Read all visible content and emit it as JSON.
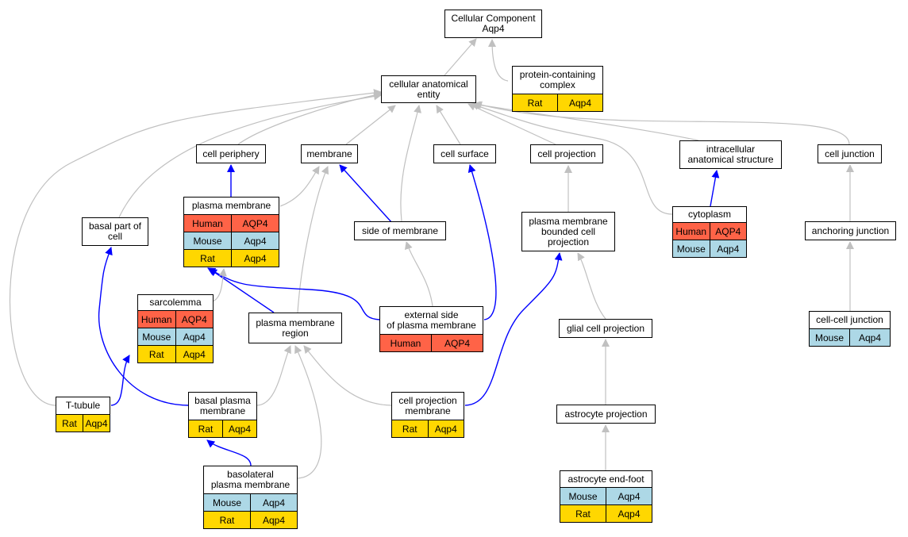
{
  "colors": {
    "human": "#ff6347",
    "mouse": "#add8e6",
    "rat": "#ffd700",
    "edge_is_a": "#c0c0c0",
    "edge_part_of": "#0000ff"
  },
  "nodes": {
    "cc": {
      "title": "Cellular Component\nAqp4",
      "rows": []
    },
    "pcc": {
      "title": "protein-containing\ncomplex",
      "rows": [
        {
          "species": "Rat",
          "gene": "Aqp4"
        }
      ]
    },
    "cae": {
      "title": "cellular anatomical\nentity",
      "rows": []
    },
    "cp": {
      "title": "cell periphery",
      "rows": []
    },
    "mem": {
      "title": "membrane",
      "rows": []
    },
    "cs": {
      "title": "cell surface",
      "rows": []
    },
    "cproj": {
      "title": "cell projection",
      "rows": []
    },
    "ias": {
      "title": "intracellular\nanatomical structure",
      "rows": []
    },
    "cj": {
      "title": "cell junction",
      "rows": []
    },
    "pm": {
      "title": "plasma membrane",
      "rows": [
        {
          "species": "Human",
          "gene": "AQP4"
        },
        {
          "species": "Mouse",
          "gene": "Aqp4"
        },
        {
          "species": "Rat",
          "gene": "Aqp4"
        }
      ]
    },
    "bpc": {
      "title": "basal part of\ncell",
      "rows": []
    },
    "som": {
      "title": "side of membrane",
      "rows": []
    },
    "pmbcp": {
      "title": "plasma membrane\nbounded cell\nprojection",
      "rows": []
    },
    "cyt": {
      "title": "cytoplasm",
      "rows": [
        {
          "species": "Human",
          "gene": "AQP4"
        },
        {
          "species": "Mouse",
          "gene": "Aqp4"
        }
      ]
    },
    "aj": {
      "title": "anchoring junction",
      "rows": []
    },
    "sarc": {
      "title": "sarcolemma",
      "rows": [
        {
          "species": "Human",
          "gene": "AQP4"
        },
        {
          "species": "Mouse",
          "gene": "Aqp4"
        },
        {
          "species": "Rat",
          "gene": "Aqp4"
        }
      ]
    },
    "pmr": {
      "title": "plasma membrane\nregion",
      "rows": []
    },
    "espm": {
      "title": "external side\nof plasma membrane",
      "rows": [
        {
          "species": "Human",
          "gene": "AQP4"
        }
      ]
    },
    "gcp": {
      "title": "glial cell projection",
      "rows": []
    },
    "ccj": {
      "title": "cell-cell junction",
      "rows": [
        {
          "species": "Mouse",
          "gene": "Aqp4"
        }
      ]
    },
    "tt": {
      "title": "T-tubule",
      "rows": [
        {
          "species": "Rat",
          "gene": "Aqp4"
        }
      ]
    },
    "bpm": {
      "title": "basal plasma\nmembrane",
      "rows": [
        {
          "species": "Rat",
          "gene": "Aqp4"
        }
      ]
    },
    "cpm": {
      "title": "cell projection\nmembrane",
      "rows": [
        {
          "species": "Rat",
          "gene": "Aqp4"
        }
      ]
    },
    "ap": {
      "title": "astrocyte projection",
      "rows": []
    },
    "blpm": {
      "title": "basolateral\nplasma membrane",
      "rows": [
        {
          "species": "Mouse",
          "gene": "Aqp4"
        },
        {
          "species": "Rat",
          "gene": "Aqp4"
        }
      ]
    },
    "aef": {
      "title": "astrocyte end-foot",
      "rows": [
        {
          "species": "Mouse",
          "gene": "Aqp4"
        },
        {
          "species": "Rat",
          "gene": "Aqp4"
        }
      ]
    }
  },
  "edges": [
    {
      "from": "cae",
      "to": "cc",
      "type": "is_a"
    },
    {
      "from": "pcc",
      "to": "cc",
      "type": "is_a"
    },
    {
      "from": "cp",
      "to": "cae",
      "type": "is_a"
    },
    {
      "from": "mem",
      "to": "cae",
      "type": "is_a"
    },
    {
      "from": "cs",
      "to": "cae",
      "type": "is_a"
    },
    {
      "from": "cproj",
      "to": "cae",
      "type": "is_a"
    },
    {
      "from": "ias",
      "to": "cae",
      "type": "is_a"
    },
    {
      "from": "cj",
      "to": "cae",
      "type": "is_a"
    },
    {
      "from": "bpc",
      "to": "cae",
      "type": "is_a"
    },
    {
      "from": "tt",
      "to": "cae",
      "type": "is_a"
    },
    {
      "from": "som",
      "to": "cae",
      "type": "is_a"
    },
    {
      "from": "cyt",
      "to": "cae",
      "type": "is_a"
    },
    {
      "from": "pm",
      "to": "cp",
      "type": "part_of"
    },
    {
      "from": "pm",
      "to": "mem",
      "type": "is_a"
    },
    {
      "from": "som",
      "to": "mem",
      "type": "part_of"
    },
    {
      "from": "pmr",
      "to": "mem",
      "type": "is_a"
    },
    {
      "from": "espm",
      "to": "cs",
      "type": "part_of"
    },
    {
      "from": "pmbcp",
      "to": "cproj",
      "type": "is_a"
    },
    {
      "from": "cyt",
      "to": "ias",
      "type": "part_of"
    },
    {
      "from": "aj",
      "to": "cj",
      "type": "is_a"
    },
    {
      "from": "ccj",
      "to": "aj",
      "type": "is_a"
    },
    {
      "from": "espm",
      "to": "som",
      "type": "is_a"
    },
    {
      "from": "espm",
      "to": "pm",
      "type": "part_of"
    },
    {
      "from": "pmr",
      "to": "pm",
      "type": "part_of"
    },
    {
      "from": "sarc",
      "to": "pm",
      "type": "is_a"
    },
    {
      "from": "tt",
      "to": "sarc",
      "type": "part_of"
    },
    {
      "from": "bpm",
      "to": "bpc",
      "type": "part_of"
    },
    {
      "from": "bpm",
      "to": "pmr",
      "type": "is_a"
    },
    {
      "from": "blpm",
      "to": "pmr",
      "type": "is_a"
    },
    {
      "from": "blpm",
      "to": "bpm",
      "type": "part_of"
    },
    {
      "from": "cpm",
      "to": "pmr",
      "type": "is_a"
    },
    {
      "from": "cpm",
      "to": "pmbcp",
      "type": "part_of"
    },
    {
      "from": "gcp",
      "to": "pmbcp",
      "type": "is_a"
    },
    {
      "from": "ap",
      "to": "gcp",
      "type": "is_a"
    },
    {
      "from": "aef",
      "to": "ap",
      "type": "is_a"
    }
  ]
}
